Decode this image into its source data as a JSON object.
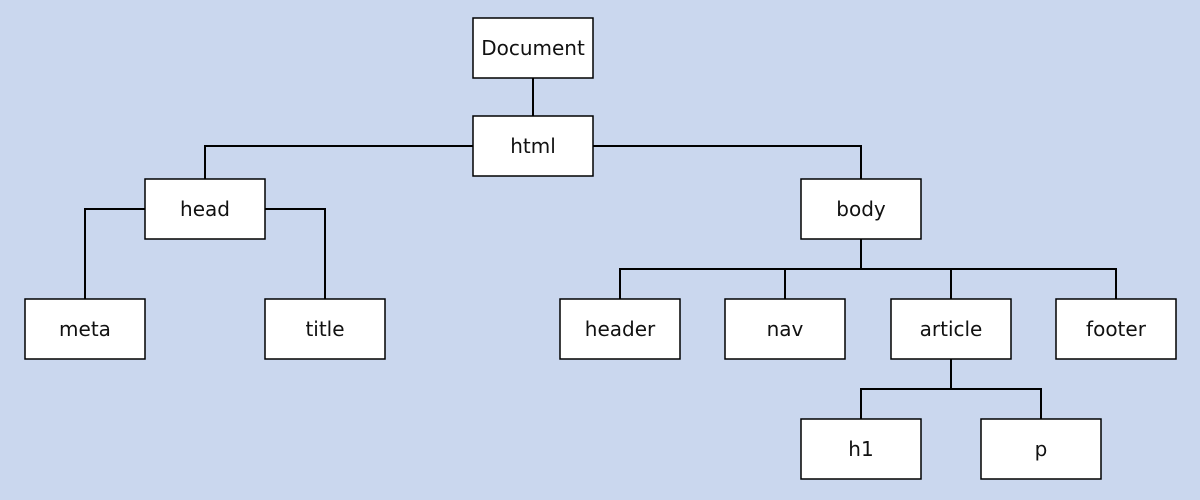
{
  "diagram": {
    "nodes": {
      "document": "Document",
      "html": "html",
      "head": "head",
      "body": "body",
      "meta": "meta",
      "title": "title",
      "header": "header",
      "nav": "nav",
      "article": "article",
      "footer": "footer",
      "h1": "h1",
      "p": "p"
    },
    "colors": {
      "background": "#cad7ee",
      "node_fill": "#ffffff",
      "node_border": "#000000",
      "line": "#000000"
    }
  }
}
